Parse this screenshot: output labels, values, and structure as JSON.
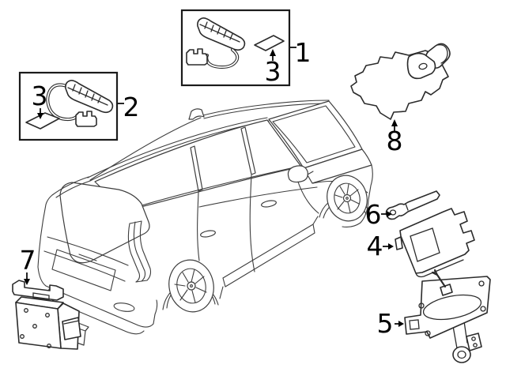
{
  "diagram": {
    "background_color": "#ffffff",
    "line_color": "#3d3d3d",
    "label_color": "#000000",
    "callouts": {
      "c1": "1",
      "c2": "2",
      "c3_box1": "3",
      "c3_box2": "3",
      "c4": "4",
      "c5": "5",
      "c6": "6",
      "c7": "7",
      "c8": "8"
    },
    "parts": [
      {
        "callout": "1",
        "icon": "roof-antenna-with-cable-icon"
      },
      {
        "callout": "2",
        "icon": "roof-antenna-with-cable-icon"
      },
      {
        "callout": "3",
        "icon": "adhesive-pad-icon"
      },
      {
        "callout": "4",
        "icon": "control-module-icon"
      },
      {
        "callout": "5",
        "icon": "antenna-mounting-bracket-icon"
      },
      {
        "callout": "6",
        "icon": "antenna-blade-icon"
      },
      {
        "callout": "7",
        "icon": "control-module-with-bracket-icon"
      },
      {
        "callout": "8",
        "icon": "antenna-amplifier-plate-icon"
      },
      {
        "callout": "vehicle",
        "icon": "suv-rear-three-quarter-line-art"
      }
    ]
  }
}
